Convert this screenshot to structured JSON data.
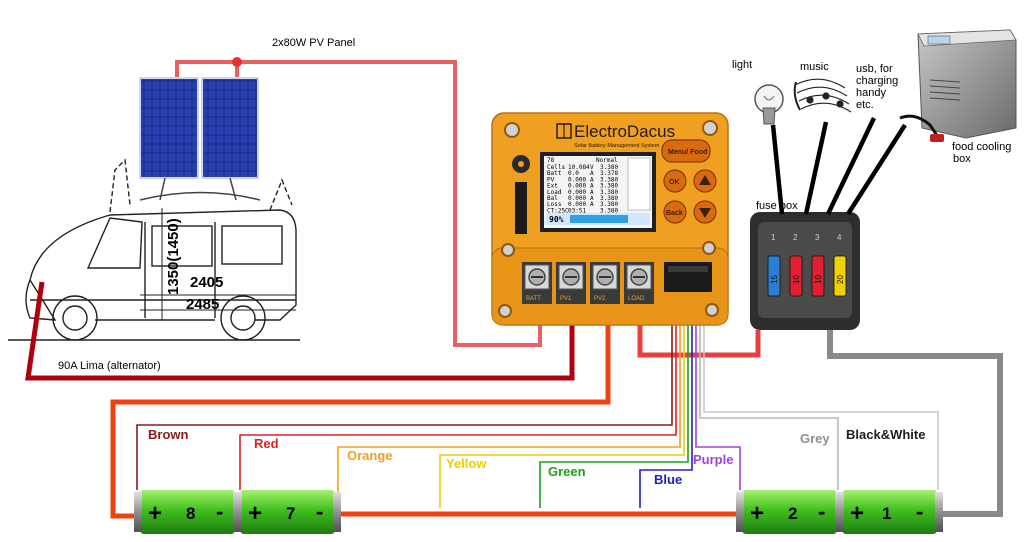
{
  "labels": {
    "pv_panel": "2x80W PV Panel",
    "alternator": "90A Lima (alternator)",
    "light": "light",
    "music": "music",
    "usb_line1": "usb, for",
    "usb_line2": "charging",
    "usb_line3": "handy",
    "usb_line4": "etc.",
    "fridge_line1": "food cooling",
    "fridge_line2": "box",
    "fuse_box": "fuse box"
  },
  "van": {
    "dim_height": "1350(1450)",
    "dim_wheelbase": "2405",
    "dim_length": "2485"
  },
  "controller": {
    "brand": "ElectroDacus",
    "subtitle": "Solar Battery Management System",
    "buttons": {
      "menu": "Menu/ Food",
      "ok": "OK",
      "back": "Back"
    },
    "screen": {
      "header_left": "78",
      "header_right": "Normal",
      "rows": [
        {
          "label": "Cells",
          "value": "10.084",
          "unit": "V",
          "cell": "3.380"
        },
        {
          "label": "Batt",
          "value": "0.0",
          "unit": "A",
          "cell": "3.378"
        },
        {
          "label": "PV",
          "value": "0.000",
          "unit": "A",
          "cell": "3.380"
        },
        {
          "label": "Ext",
          "value": "0.000",
          "unit": "A",
          "cell": "3.380"
        },
        {
          "label": "Load",
          "value": "0.000",
          "unit": "A",
          "cell": "3.380"
        },
        {
          "label": "Bal",
          "value": "0.000",
          "unit": "A",
          "cell": "3.380"
        },
        {
          "label": "Loss",
          "value": "0.000",
          "unit": "A",
          "cell": "3.380"
        },
        {
          "label": "CT:25C",
          "value": "03:51",
          "unit": "",
          "cell": "3.380"
        }
      ],
      "soc": "90%"
    },
    "terminals": [
      "BATT",
      "PV1",
      "PV2",
      "LOAD"
    ]
  },
  "fuses": {
    "slots": [
      "1",
      "2",
      "3",
      "4"
    ],
    "ratings": [
      "15",
      "10",
      "10",
      "20"
    ],
    "colors": [
      "#2a7fd4",
      "#e02030",
      "#e02030",
      "#f0d000"
    ]
  },
  "wires": [
    {
      "name": "Brown",
      "color": "#8b1a1a"
    },
    {
      "name": "Red",
      "color": "#e02020"
    },
    {
      "name": "Orange",
      "color": "#f0a020"
    },
    {
      "name": "Yellow",
      "color": "#e8d000"
    },
    {
      "name": "Green",
      "color": "#20a020"
    },
    {
      "name": "Blue",
      "color": "#2020c0"
    },
    {
      "name": "Purple",
      "color": "#a040e0"
    },
    {
      "name": "Grey",
      "color": "#909090"
    },
    {
      "name": "Black&White",
      "color": "#202020"
    }
  ],
  "cells": [
    {
      "num": "8",
      "plus": "+",
      "minus": "-"
    },
    {
      "num": "7",
      "plus": "+",
      "minus": "-"
    },
    {
      "num": "2",
      "plus": "+",
      "minus": "-"
    },
    {
      "num": "1",
      "plus": "+",
      "minus": "-"
    }
  ],
  "colors": {
    "red_cable": "#e84040",
    "dark_red_cable": "#b00010",
    "orange_cable": "#f04010",
    "grey_cable": "#8a8a8a",
    "pcb": "#f0a020",
    "battery": "#40c020"
  }
}
